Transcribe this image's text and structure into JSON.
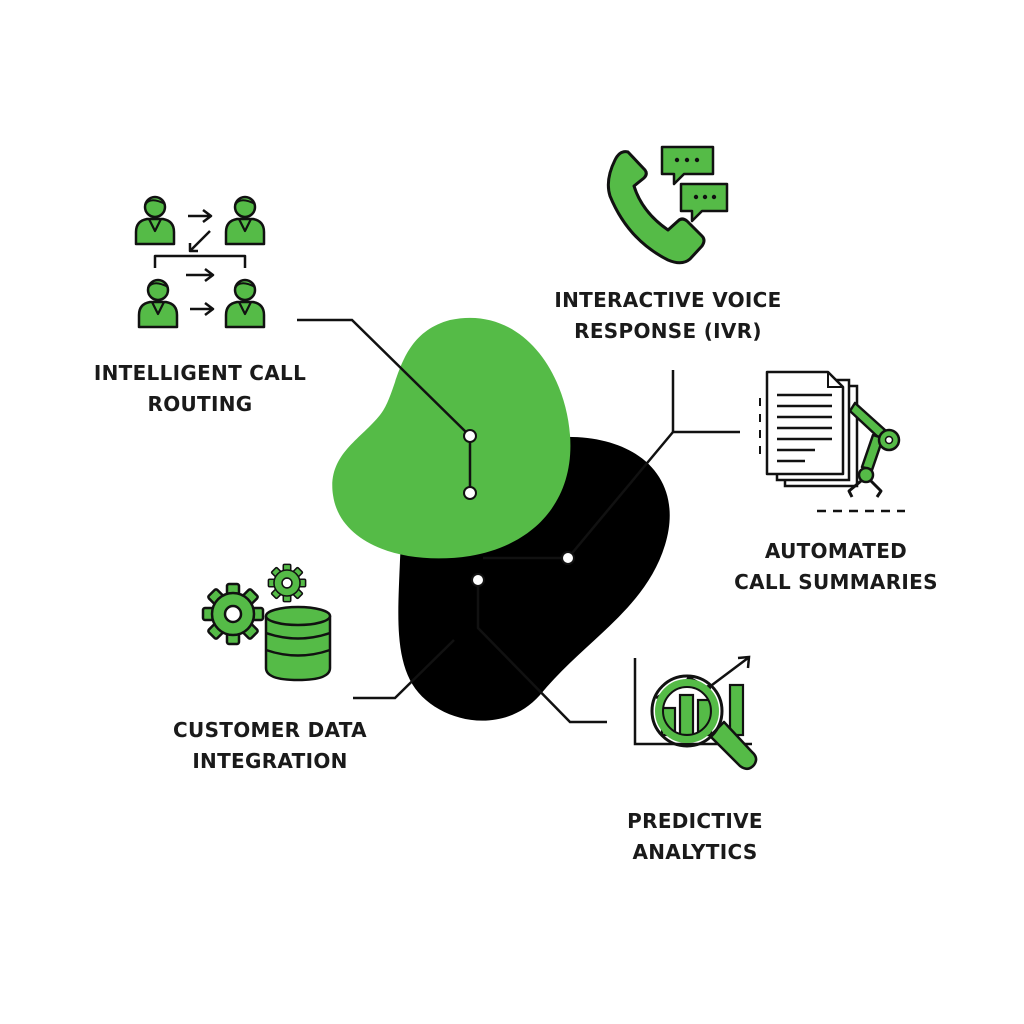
{
  "colors": {
    "accent": "#55bb47",
    "dark": "#000000",
    "line": "#111111",
    "text": "#1a1a1a",
    "background": "#ffffff"
  },
  "features": [
    {
      "id": "routing",
      "icon": "people-routing-icon",
      "lines": [
        "INTELLIGENT CALL",
        "ROUTING"
      ]
    },
    {
      "id": "ivr",
      "icon": "phone-chat-icon",
      "lines": [
        "INTERACTIVE VOICE",
        "RESPONSE (IVR)"
      ]
    },
    {
      "id": "summaries",
      "icon": "document-robot-arm-icon",
      "lines": [
        "AUTOMATED",
        "CALL SUMMARIES"
      ]
    },
    {
      "id": "data",
      "icon": "gears-database-icon",
      "lines": [
        "CUSTOMER DATA",
        "INTEGRATION"
      ]
    },
    {
      "id": "analytics",
      "icon": "magnifier-chart-icon",
      "lines": [
        "PREDICTIVE",
        "ANALYTICS"
      ]
    }
  ]
}
